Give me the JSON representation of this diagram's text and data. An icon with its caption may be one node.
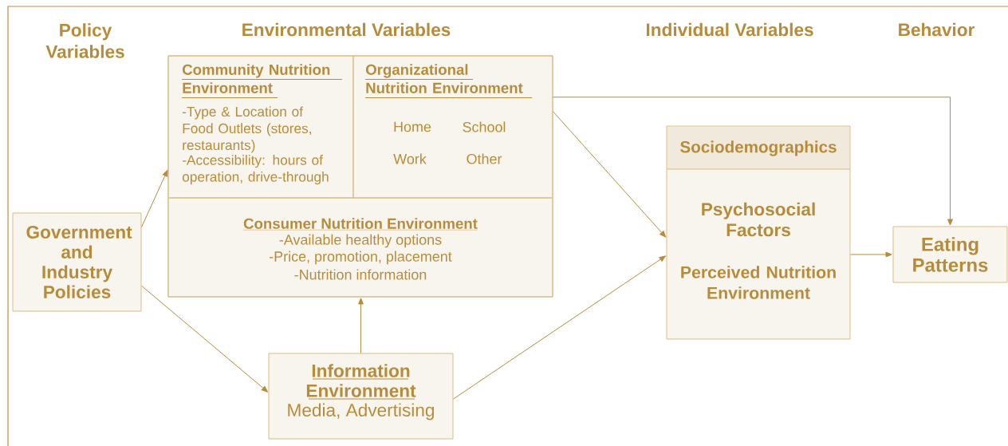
{
  "diagram": {
    "nodes": [
      {
        "text": [
          "Government and Industry Policies"
        ]
      },
      {
        "text": [],
        "shape": "box"
      },
      {
        "text": [
          "Community Nutrition Environment",
          "-Type & Location of Food Outlets (stores, restaurants)",
          "-Accessibility: hours of operation, drive-through"
        ],
        "in": 1
      },
      {
        "text": [
          "Organizational Nutrition Environment",
          "Home",
          "School",
          "Work",
          "Other"
        ],
        "in": 1
      },
      {
        "text": [
          "Consumer Nutrition Environment",
          "-Available healthy options",
          "-Price, promotion, placement",
          "-Nutrition information"
        ],
        "in": 1
      },
      {
        "text": [
          "Information Environment",
          "Media, Advertising"
        ]
      },
      {
        "text": [
          "Sociodemographics",
          "Psychosocial Factors",
          "Perceived Nutrition Environment"
        ]
      },
      {
        "text": [
          "Eating Patterns"
        ]
      }
    ],
    "edges": [
      {
        "from": 0,
        "to": 2,
        "arrow": "to"
      },
      {
        "from": 0,
        "to": 5,
        "arrow": "to"
      },
      {
        "from": 5,
        "to": 4,
        "arrow": "to"
      },
      {
        "from": 3,
        "to": 6,
        "arrow": "to"
      },
      {
        "from": 5,
        "to": 6,
        "arrow": "to"
      },
      {
        "from": 3,
        "to": 7,
        "arrow": "to"
      },
      {
        "from": 6,
        "to": 7,
        "arrow": "to"
      }
    ],
    "labels": [
      "Policy Variables",
      "Environmental Variables",
      "Individual Variables",
      "Behavior"
    ]
  }
}
